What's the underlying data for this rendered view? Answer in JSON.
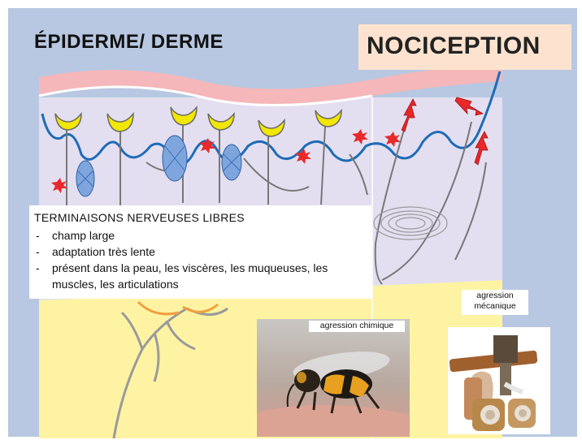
{
  "title_left": "ÉPIDERME/ DERME",
  "title_right": "NOCICEPTION",
  "info_box": {
    "heading": "TERMINAISONS  NERVEUSES LIBRES",
    "items": [
      "champ large",
      "adaptation très lente",
      "présent dans la peau, les viscères, les muqueuses, les muscles, les articulations"
    ]
  },
  "photo_labels": {
    "chemical": "agression chimique",
    "mechanical_line1": "agression",
    "mechanical_line2": "mécanique"
  },
  "colors": {
    "background": "#b8c8e2",
    "epidermis_surface": "#f5b7b9",
    "nerve_line": "#1e6bb8",
    "receptor": "#f2e700",
    "nociceptor_arrow": "#e8282a",
    "hypodermis": "#fdf3a3",
    "title_box": "#fde3cf"
  },
  "icons": [
    "lightning-arrow-icon",
    "star-ending-icon",
    "cup-receptor-icon"
  ]
}
